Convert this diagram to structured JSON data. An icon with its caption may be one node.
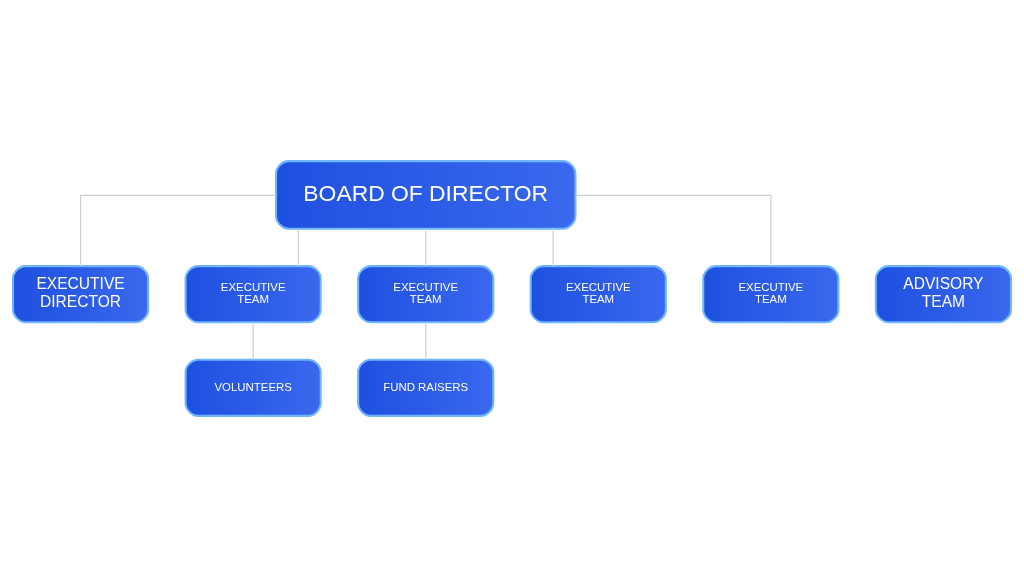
{
  "diagram": {
    "nodes": [
      {
        "text": [
          "BOARD OF DIRECTOR"
        ]
      },
      {
        "text": [
          "EXECUTIVE DIRECTOR"
        ]
      },
      {
        "text": [
          "ADVISORY TEAM"
        ]
      },
      {
        "text": [
          "EXECUTIVE TEAM"
        ]
      },
      {
        "text": [
          "EXECUTIVE TEAM"
        ]
      },
      {
        "text": [
          "EXECUTIVE TEAM"
        ]
      },
      {
        "text": [
          "EXECUTIVE TEAM"
        ]
      },
      {
        "text": [
          "VOLUNTEERS"
        ]
      },
      {
        "text": [
          "FUND RAISERS"
        ]
      }
    ],
    "edges": [
      {
        "from": 0,
        "to": 1,
        "arrow": "none"
      },
      {
        "from": 0,
        "to": 3,
        "arrow": "none"
      },
      {
        "from": 0,
        "to": 4,
        "arrow": "none"
      },
      {
        "from": 0,
        "to": 5,
        "arrow": "none"
      },
      {
        "from": 0,
        "to": 6,
        "arrow": "none"
      },
      {
        "from": 3,
        "to": 7,
        "arrow": "none"
      },
      {
        "from": 4,
        "to": 8,
        "arrow": "none"
      }
    ]
  }
}
